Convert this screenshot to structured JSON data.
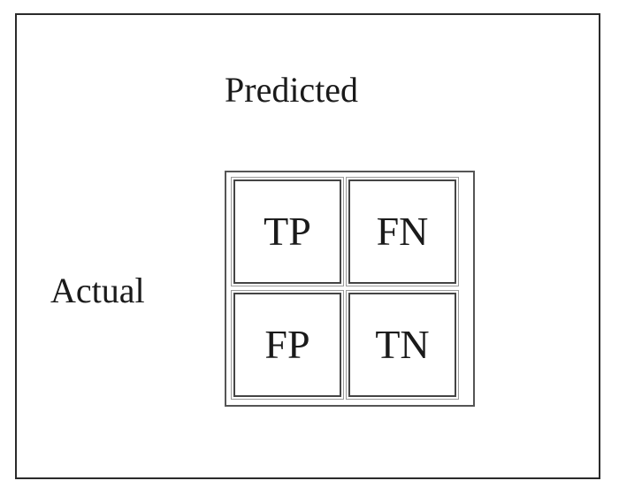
{
  "diagram": {
    "column_header": "Predicted",
    "row_header": "Actual",
    "cells": [
      [
        "TP",
        "FN"
      ],
      [
        "FP",
        "TN"
      ]
    ]
  }
}
